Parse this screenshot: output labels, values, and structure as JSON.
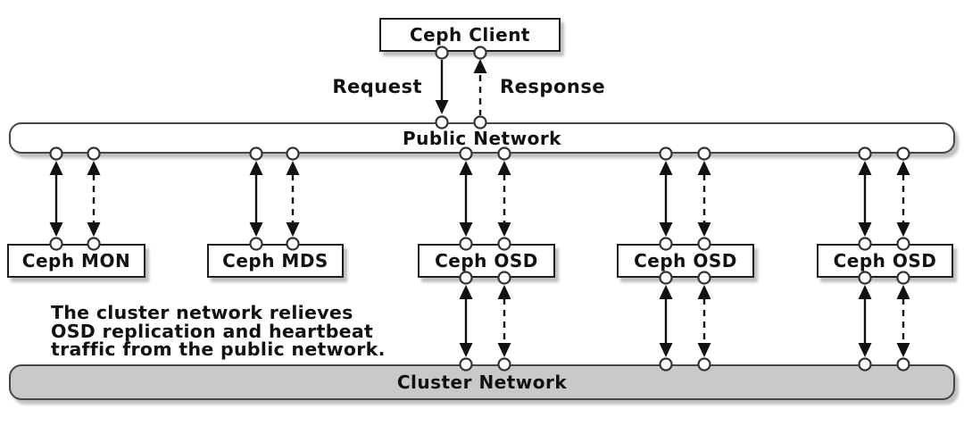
{
  "diagram": {
    "client": {
      "label": "Ceph Client"
    },
    "flow_labels": {
      "request": "Request",
      "response": "Response"
    },
    "public_network": {
      "label": "Public Network"
    },
    "cluster_network": {
      "label": "Cluster Network"
    },
    "nodes": [
      {
        "label": "Ceph MON"
      },
      {
        "label": "Ceph MDS"
      },
      {
        "label": "Ceph OSD"
      },
      {
        "label": "Ceph OSD"
      },
      {
        "label": "Ceph OSD"
      }
    ],
    "annotation": {
      "line1": "The cluster network relieves",
      "line2": "OSD replication and heartbeat",
      "line3": "traffic from the public network."
    },
    "colors": {
      "line": "#111111",
      "circle_stroke": "#333333",
      "cluster_fill": "#c9c9c9",
      "box_fill": "#ffffff"
    }
  }
}
